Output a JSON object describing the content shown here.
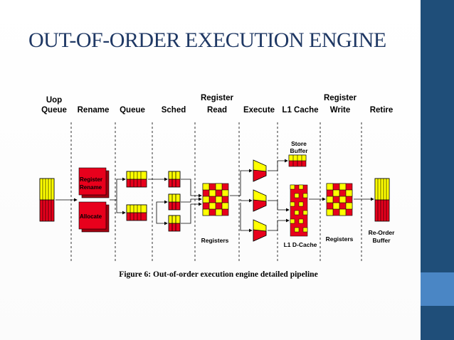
{
  "title": "OUT-OF-ORDER EXECUTION ENGINE",
  "diagram": {
    "stages": {
      "uop_queue": [
        "Uop",
        "Queue"
      ],
      "rename": "Rename",
      "queue": "Queue",
      "sched": "Sched",
      "register_read": [
        "Register",
        "Read"
      ],
      "execute": "Execute",
      "l1_cache": "L1 Cache",
      "register_write": [
        "Register",
        "Write"
      ],
      "retire": "Retire"
    },
    "blocks": {
      "register_rename": [
        "Register",
        "Rename"
      ],
      "allocate": "Allocate",
      "store_buffer": [
        "Store",
        "Buffer"
      ]
    },
    "labels": {
      "registers_read": "Registers",
      "l1_dcache": "L1 D-Cache",
      "registers_write": "Registers",
      "reorder_buffer": [
        "Re-Order",
        "Buffer"
      ]
    },
    "caption": "Figure 6: Out-of-order execution engine detailed pipeline",
    "colors": {
      "yellow": "#ffff00",
      "red": "#e8001c",
      "dark_red": "#a00010",
      "blue": "#1f4e79"
    }
  }
}
